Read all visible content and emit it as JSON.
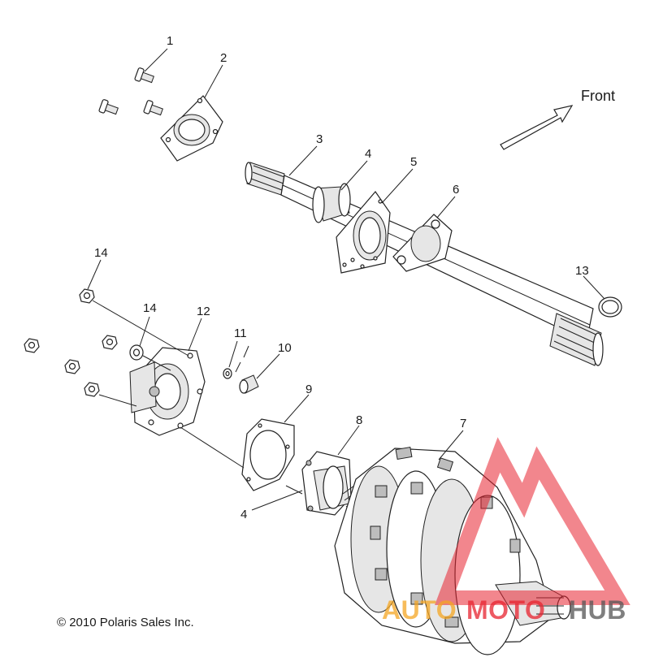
{
  "diagram": {
    "direction_label": "Front",
    "copyright": "© 2010 Polaris Sales Inc.",
    "callouts": {
      "c1": "1",
      "c2": "2",
      "c3": "3",
      "c4a": "4",
      "c5": "5",
      "c6": "6",
      "c7": "7",
      "c8": "8",
      "c9": "9",
      "c10": "10",
      "c11": "11",
      "c12": "12",
      "c13": "13",
      "c14a": "14",
      "c14b": "14",
      "c4b": "4"
    }
  },
  "watermark": {
    "text_left": "AUTO",
    "text_mid": "MOTO",
    "text_right": "HUB",
    "colors": {
      "red": "#e8232f",
      "orange": "#f5a623",
      "gray": "#555555"
    }
  }
}
